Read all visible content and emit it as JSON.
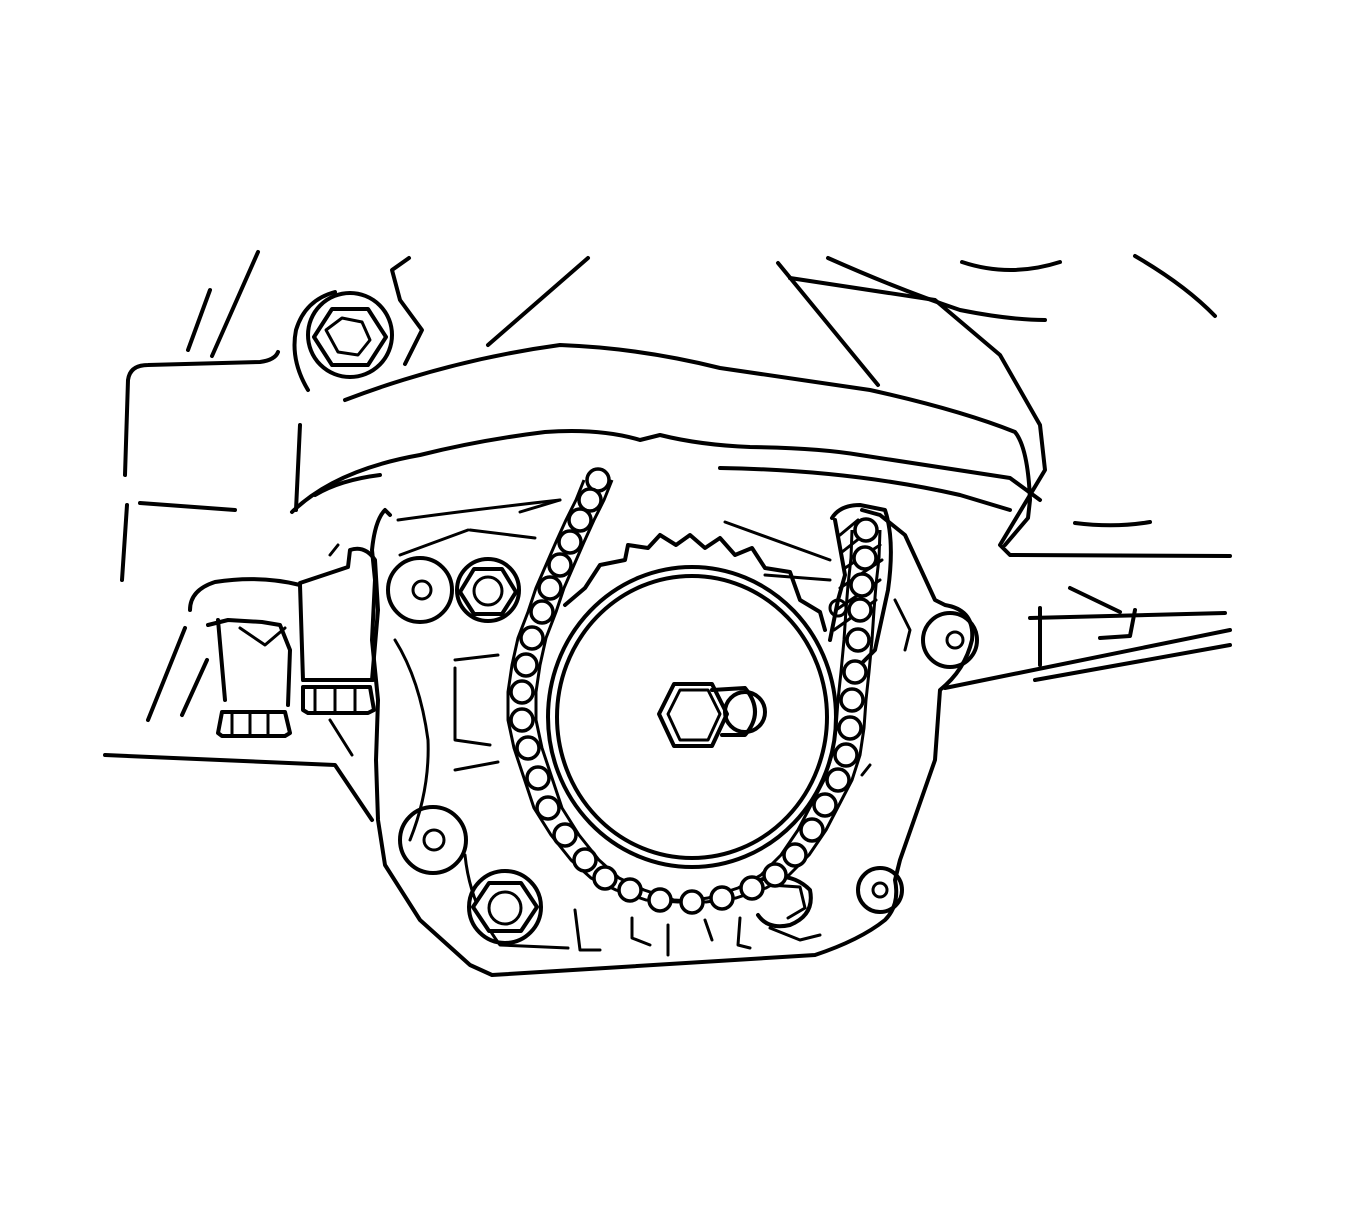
{
  "figure": {
    "kind": "line-art",
    "colors": {
      "line": "#000000",
      "background": "#ffffff"
    },
    "parts": [
      "engine-block-background",
      "front-cover-plate",
      "crankshaft-sprocket",
      "crank-bolt",
      "timing-chain",
      "chain-guide",
      "cover-bolts",
      "side-bracket-bolts"
    ]
  }
}
